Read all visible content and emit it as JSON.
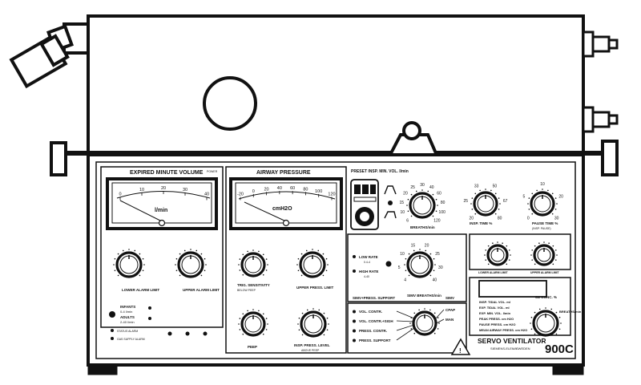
{
  "panels": {
    "expired_minute_volume": {
      "title": "EXPIRED MINUTE VOLUME",
      "power_label": "POWER",
      "meter_unit": "l/min",
      "meter_scale": [
        "0",
        "10",
        "20",
        "30",
        "40"
      ],
      "lower_alarm_label": "LOWER\nALARM LIMIT",
      "upper_alarm_label": "UPPER\nALARM LIMIT",
      "infants_label": "INFANTS",
      "infants_range": "0-4 l/min",
      "adults_label": "ADULTS",
      "adults_range": "2-40 l/min",
      "bottom_labels": [
        "STATUS ALARM",
        "GAS SUPPLY ALARM"
      ]
    },
    "airway_pressure": {
      "title": "AIRWAY PRESSURE",
      "meter_unit": "cmH2O",
      "meter_scale": [
        "-20",
        "0",
        "20",
        "40",
        "60",
        "80",
        "100",
        "120"
      ],
      "trig_sensitivity_label": "TRIG.\nSENSITIVITY",
      "trig_sub": "BELOW PEEP",
      "upper_press_limit_label": "UPPER\nPRESS. LIMIT",
      "peep_label": "PEEP",
      "insp_press_level_label": "INSP. PRESS. LEVEL",
      "insp_press_sub": "ABOVE PEEP"
    },
    "preset": {
      "title": "PRESET INSP. MIN. VOL. l/min",
      "breaths_label": "BREATHS/min",
      "breaths_scale": [
        "6",
        "10",
        "15",
        "20",
        "25",
        "30",
        "40",
        "60",
        "80",
        "100",
        "120"
      ],
      "insp_time_label": "INSP. TIME %",
      "insp_time_scale": [
        "20",
        "25",
        "33",
        "50",
        "67",
        "80"
      ],
      "pause_time_label": "PAUSE TIME %",
      "pause_time_sub": "(INSP. PAUSE)",
      "pause_time_scale": [
        "0",
        "5",
        "10",
        "20",
        "30"
      ]
    },
    "simv": {
      "low_rate_label": "LOW RATE",
      "low_rate_range": "0.4-4",
      "high_rate_label": "HIGH RATE",
      "high_rate_range": "4-40",
      "simv_breaths_label": "SIMV BREATHS/min",
      "simv_scale": [
        "4",
        "5",
        "10",
        "15",
        "20",
        "25",
        "30",
        "40"
      ]
    },
    "mode": {
      "top_labels": [
        "SIMV+PRESS. SUPPORT",
        "SIMV"
      ],
      "left_modes": [
        "VOL. CONTR.",
        "VOL. CONTR.+SIGH",
        "PRESS. CONTR.",
        "PRESS. SUPPORT"
      ],
      "right_modes": [
        "CPAP",
        "MAN"
      ]
    },
    "gas_alarm": {
      "lower_label": "LOWER ALARM LIMIT",
      "upper_label": "UPPER ALARM LIMIT",
      "o2_label": "O2 CONC. %"
    },
    "readout": {
      "items": [
        "INSP. TIDAL VOL. ml",
        "EXP. TIDAL VOL. ml",
        "EXP. MIN. VOL. l/min",
        "PEAK PRESS. cm H2O",
        "PAUSE PRESS. cm H2O",
        "MEAN AIRWAY PRESS. cm H2O"
      ],
      "breaths_label": "BREATHS/min"
    },
    "brand": {
      "name": "SERVO VENTILATOR",
      "maker": "SIEMENS-ELEMA",
      "country": "SWEDEN",
      "model": "900C"
    }
  },
  "colors": {
    "ink": "#111111",
    "paper": "#ffffff"
  }
}
